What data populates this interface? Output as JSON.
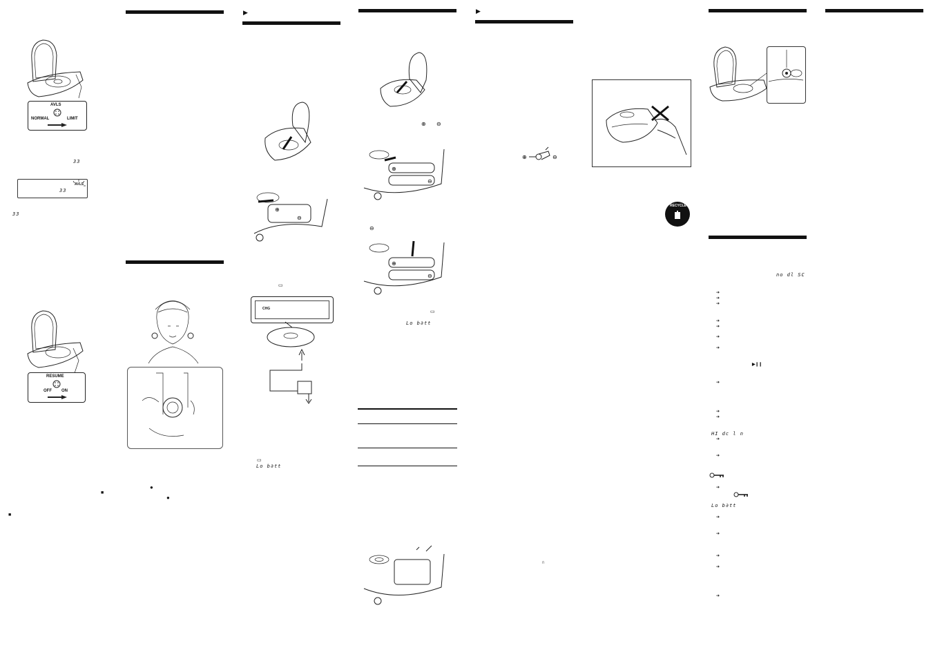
{
  "avls_switch": {
    "title": "AVLS",
    "left": "NORMAL",
    "right": "LIMIT"
  },
  "resume_switch": {
    "title": "RESUME",
    "left": "OFF",
    "right": "ON"
  },
  "lcd_avls": "AVLS",
  "lcd_digits": "33",
  "chg_lcd": "CHG",
  "low_batt": "Lo b∂tt",
  "hold_msg": "HI  dc  l n",
  "no_disc": "no  dl SC",
  "play_pause_icon": "▶❙❙",
  "section_marker": "▶",
  "note_marker": "■",
  "recycle_label": "RECYCLE",
  "minus_sign": "⊖",
  "plus_sign": "⊕"
}
